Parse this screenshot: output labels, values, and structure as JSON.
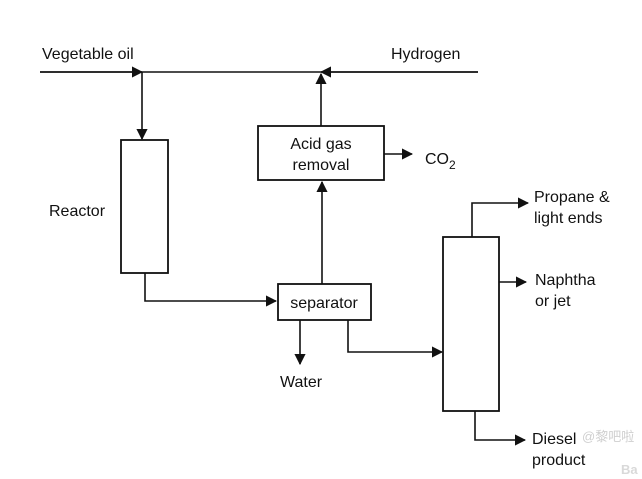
{
  "labels": {
    "vegetable_oil": "Vegetable oil",
    "hydrogen": "Hydrogen",
    "acid_gas_line1": "Acid gas",
    "acid_gas_line2": "removal",
    "co2_main": "CO",
    "co2_sub": "2",
    "reactor": "Reactor",
    "separator": "separator",
    "water": "Water",
    "propane_line1": "Propane &",
    "propane_line2": "light ends",
    "naphtha_line1": "Naphtha",
    "naphtha_line2": "or jet",
    "diesel_line1": "Diesel",
    "diesel_line2": "product"
  },
  "watermark": {
    "text": "@黎吧啦",
    "brand": "Ba"
  },
  "colors": {
    "stroke": "#111111",
    "background": "#ffffff",
    "watermark": "#cfcfcf"
  }
}
